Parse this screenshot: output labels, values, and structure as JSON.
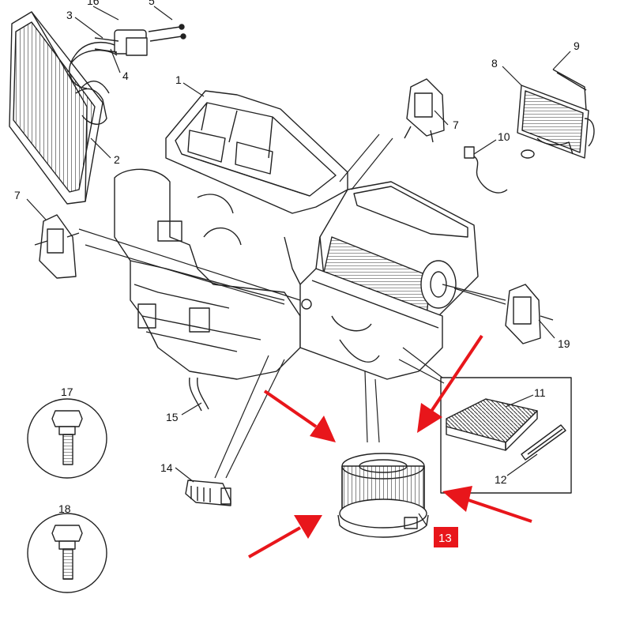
{
  "callouts": {
    "c1": "1",
    "c2": "2",
    "c3": "3",
    "c4": "4",
    "c5": "5",
    "c7a": "7",
    "c7b": "7",
    "c8": "8",
    "c9": "9",
    "c10": "10",
    "c11": "11",
    "c12": "12",
    "c13": "13",
    "c14": "14",
    "c15": "15",
    "c16": "16",
    "c17": "17",
    "c18": "18",
    "c19": "19"
  },
  "colors": {
    "ink": "#222222",
    "accent": "#e8161b",
    "highlight_bg": "#e8161b",
    "highlight_text": "#ffffff"
  },
  "highlighted_part": "13"
}
